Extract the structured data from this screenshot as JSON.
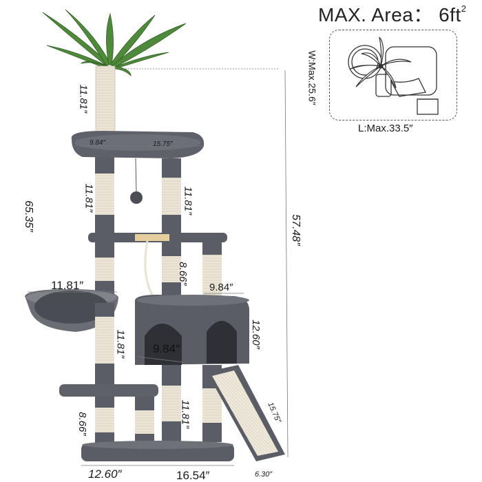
{
  "area": {
    "title": "MAX. Area： 6ft",
    "title_sup": "2",
    "width_label": "W:Max.25.6″",
    "length_label": "L:Max.33.5″"
  },
  "dimensions": {
    "total_height": "65.35″",
    "height_5748": "57.48″",
    "top_post": "11.81″",
    "upper_post_left": "11.81″",
    "upper_post_right": "11.81″",
    "perch_diameter": "9.84″",
    "perch_length": "15.75″",
    "mid_post": "8.66″",
    "basket_width": "11.81″",
    "condo_width": "9.84″",
    "basket_post": "11.81″",
    "condo_height": "12.60″",
    "condo_door": "9.84″",
    "lower_post_left": "8.66″",
    "lower_post_right": "11.81″",
    "ramp_length": "15.75″",
    "base_left": "12.60″",
    "base_width": "16.54″",
    "ramp_width": "6.30″"
  },
  "colors": {
    "plush": "#5b5d66",
    "plush_dark": "#3f4148",
    "plush_light": "#8c8e96",
    "sisal": "#eae3d3",
    "leaf": "#4f8a3a",
    "leaf_dark": "#2f5e25"
  }
}
